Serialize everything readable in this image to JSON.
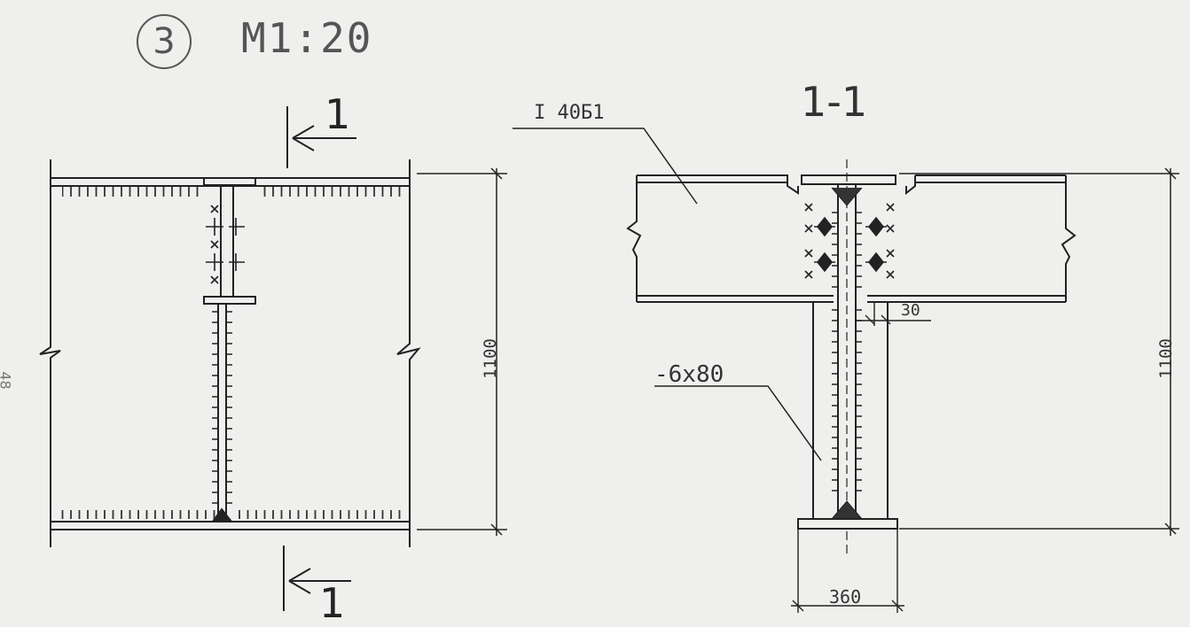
{
  "detail": {
    "number": "3",
    "scale": "M1:20"
  },
  "section": {
    "title": "1-1",
    "cut_label": "1"
  },
  "labels": {
    "beam_profile": "I 40Б1",
    "plate": "-6x80"
  },
  "dimensions": {
    "height_left": "1100",
    "height_right": "1100",
    "gap": "30",
    "flange_width": "360"
  },
  "margin_number": "48"
}
